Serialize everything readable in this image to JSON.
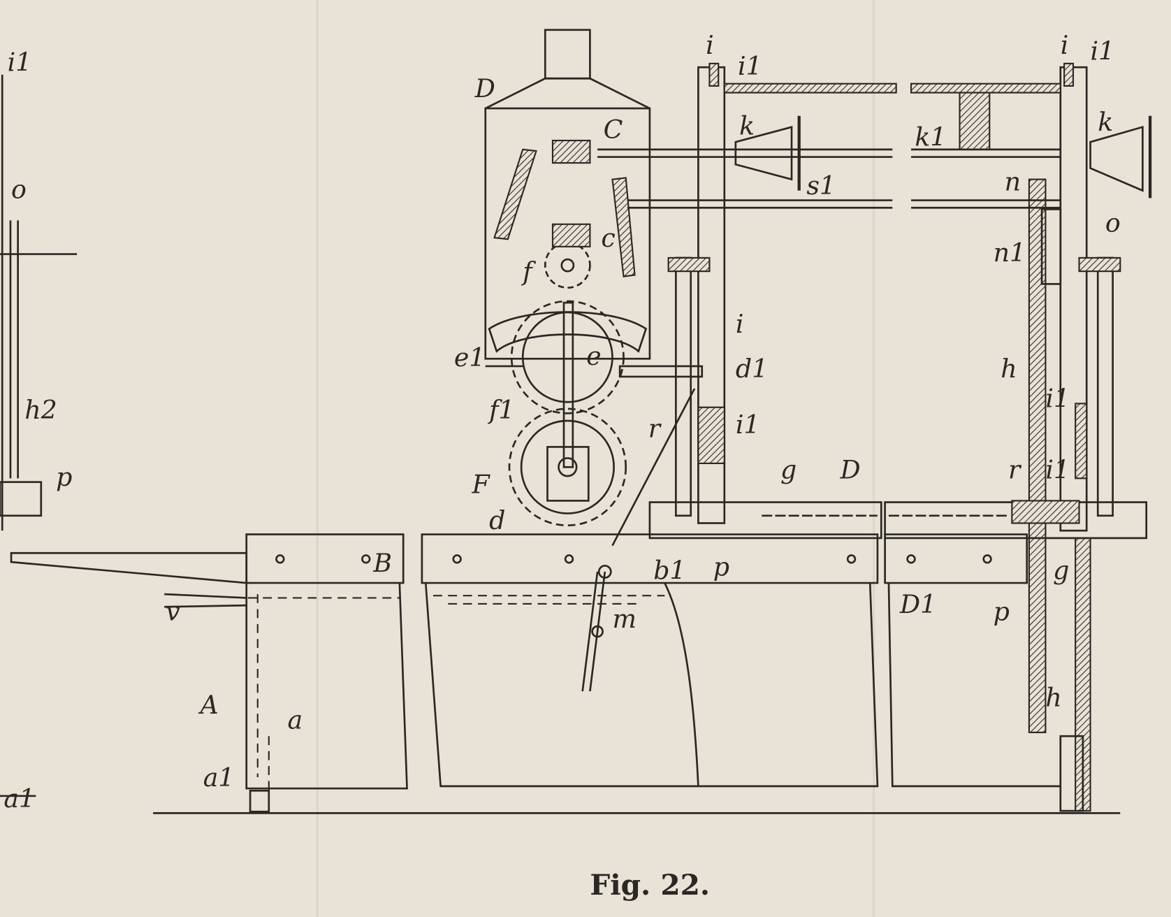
{
  "figure": {
    "caption": "Fig. 22.",
    "labels": [
      "D",
      "C",
      "i",
      "i1",
      "i",
      "i1",
      "k",
      "k1",
      "k",
      "s1",
      "n",
      "n1",
      "o",
      "c",
      "f",
      "e1",
      "e",
      "f1",
      "F",
      "d",
      "d1",
      "r",
      "i1",
      "i",
      "g",
      "D",
      "h",
      "i1",
      "i1",
      "r",
      "g",
      "B",
      "b1",
      "p",
      "p",
      "D1",
      "m",
      "v",
      "A",
      "a",
      "a1",
      "h2",
      "p",
      "o",
      "i1",
      "a1"
    ],
    "colors": {
      "paper": "#e8e3d6",
      "ink": "#2b2723"
    }
  }
}
